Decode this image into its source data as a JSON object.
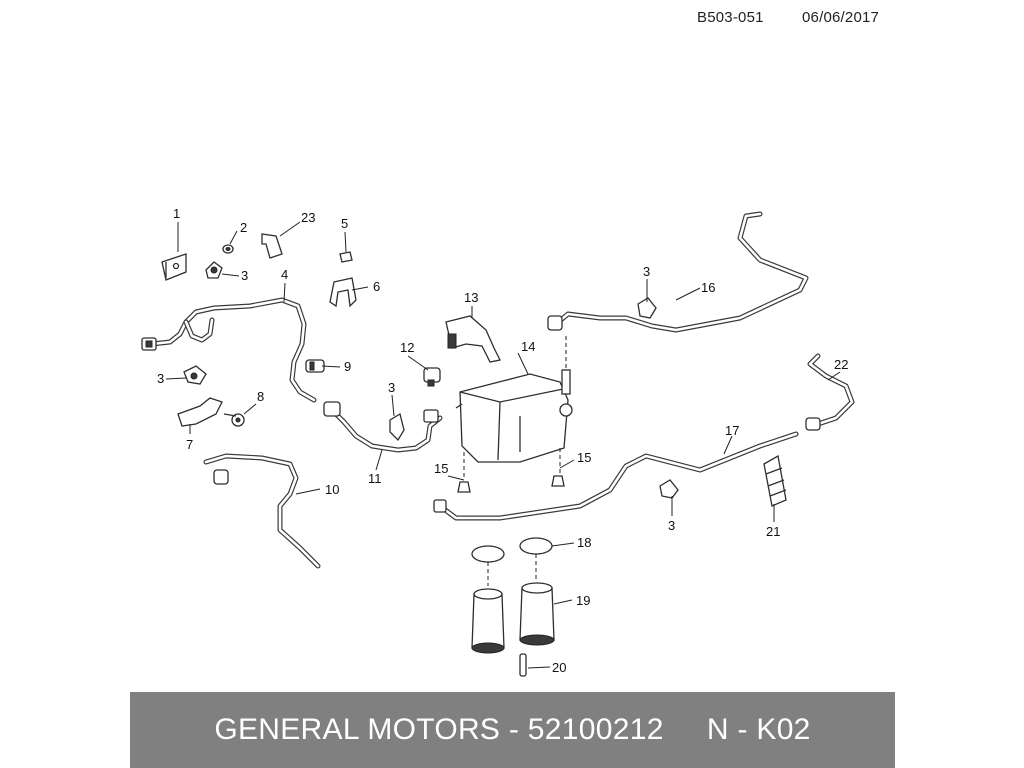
{
  "header": {
    "code": "B503-051",
    "date": "06/06/2017"
  },
  "callouts": {
    "c1": "1",
    "c2": "2",
    "c23": "23",
    "c5": "5",
    "c3a": "3",
    "c4": "4",
    "c6": "6",
    "c13": "13",
    "c3b": "3",
    "c16": "16",
    "c12": "12",
    "c14": "14",
    "c9": "9",
    "c22": "22",
    "c3c": "3",
    "c8": "8",
    "c3d": "3",
    "c7": "7",
    "c17": "17",
    "c15a": "15",
    "c15b": "15",
    "c11": "11",
    "c10": "10",
    "c3e": "3",
    "c21": "21",
    "c18": "18",
    "c19": "19",
    "c20": "20"
  },
  "footer": {
    "text": "GENERAL MOTORS - 52100212     N - K02"
  }
}
